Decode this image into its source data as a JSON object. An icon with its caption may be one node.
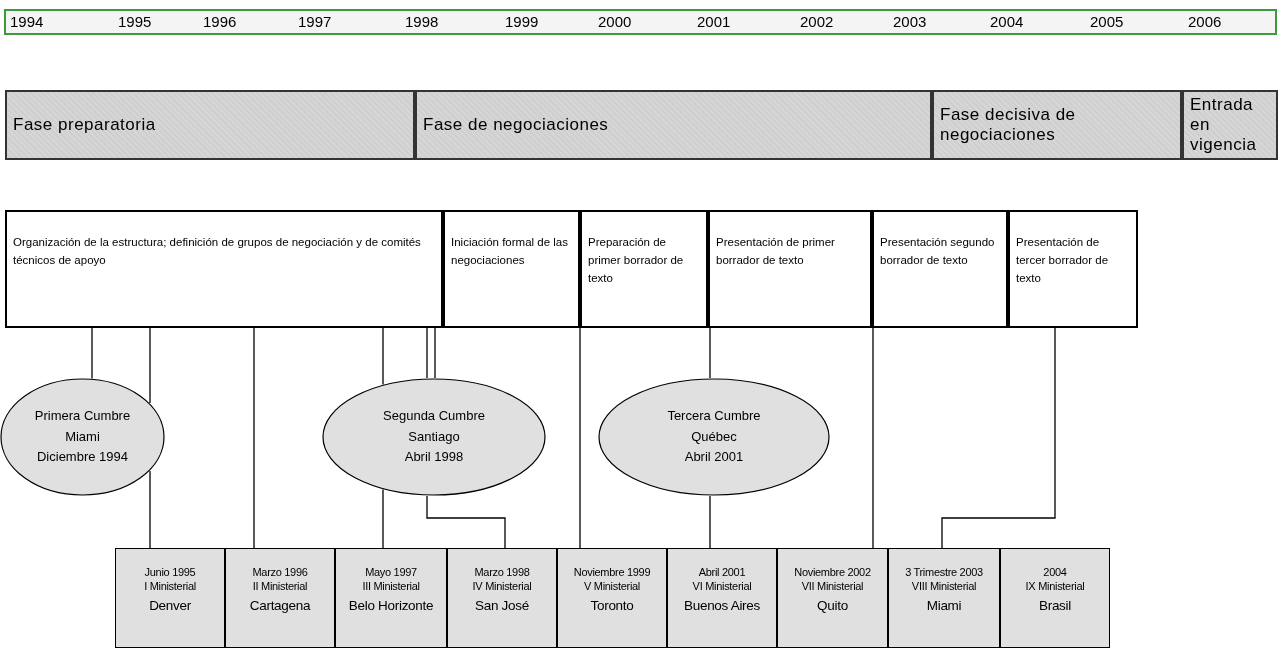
{
  "diagram": {
    "nodes": [
      {
        "text": [
          "Fase preparatoria"
        ]
      },
      {
        "text": [
          "Fase de negociaciones"
        ]
      },
      {
        "text": [
          "Fase decisiva de negociaciones"
        ]
      },
      {
        "text": [
          "Entrada en vigencia"
        ]
      },
      {
        "text": [
          "Organización de la estructura; definición de grupos de negociación y de comités técnicos de apoyo"
        ]
      },
      {
        "text": [
          "Iniciación formal de las negociaciones"
        ]
      },
      {
        "text": [
          "Preparación de primer borrador de texto"
        ]
      },
      {
        "text": [
          "Presentación de primer borrador de texto"
        ]
      },
      {
        "text": [
          "Presentación segundo borrador de texto"
        ]
      },
      {
        "text": [
          "Presentación de tercer borrador de texto"
        ]
      },
      {
        "text": [
          "Primera Cumbre",
          "Miami",
          "Diciembre 1994"
        ]
      },
      {
        "text": [
          "Segunda Cumbre",
          "Santiago",
          "Abril 1998"
        ]
      },
      {
        "text": [
          "Tercera Cumbre",
          "Québec",
          "Abril 2001"
        ]
      },
      {
        "text": [
          "Junio 1995",
          "I Ministerial",
          "Denver"
        ]
      },
      {
        "text": [
          "Marzo 1996",
          "II Ministerial",
          "Cartagena"
        ]
      },
      {
        "text": [
          "Mayo 1997",
          "III Ministerial",
          "Belo Horizonte"
        ]
      },
      {
        "text": [
          "Marzo 1998",
          "IV Ministerial",
          "San José"
        ]
      },
      {
        "text": [
          "Noviembre 1999",
          "V Ministerial",
          "Toronto"
        ]
      },
      {
        "text": [
          "Abril 2001",
          "VI Ministerial",
          "Buenos Aires"
        ]
      },
      {
        "text": [
          "Noviembre 2002",
          "VII Ministerial",
          "Quito"
        ]
      },
      {
        "text": [
          "3 Trimestre 2003",
          "VIII Ministerial",
          "Miami"
        ]
      },
      {
        "text": [
          "2004",
          "IX Ministerial",
          "Brasil"
        ]
      }
    ],
    "edges": [
      {
        "from": 4,
        "to": 10,
        "arrow": "none"
      },
      {
        "from": 4,
        "to": 10,
        "arrow": "none"
      },
      {
        "from": 10,
        "to": 13,
        "arrow": "none"
      },
      {
        "from": 4,
        "to": 14,
        "arrow": "none"
      },
      {
        "from": 4,
        "to": 11,
        "arrow": "none"
      },
      {
        "from": 4,
        "to": 11,
        "arrow": "none"
      },
      {
        "from": 4,
        "to": 11,
        "arrow": "none"
      },
      {
        "from": 11,
        "to": 15,
        "arrow": "none"
      },
      {
        "from": 11,
        "to": 16,
        "arrow": "none"
      },
      {
        "from": 6,
        "to": 17,
        "arrow": "none"
      },
      {
        "from": 7,
        "to": 12,
        "arrow": "none"
      },
      {
        "from": 12,
        "to": 18,
        "arrow": "none"
      },
      {
        "from": 8,
        "to": 19,
        "arrow": "none"
      },
      {
        "from": 9,
        "to": 20,
        "arrow": "none"
      }
    ],
    "labels": [
      "1994",
      "1995",
      "1996",
      "1997",
      "1998",
      "1999",
      "2000",
      "2001",
      "2002",
      "2003",
      "2004",
      "2005",
      "2006"
    ]
  }
}
